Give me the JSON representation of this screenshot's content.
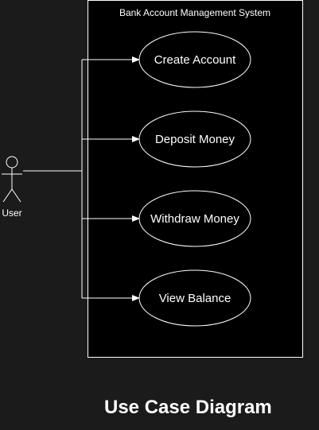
{
  "system": {
    "title": "Bank Account Management System"
  },
  "actor": {
    "label": "User"
  },
  "use_cases": [
    {
      "label": "Create Account"
    },
    {
      "label": "Deposit Money"
    },
    {
      "label": "Withdraw Money"
    },
    {
      "label": "View Balance"
    }
  ],
  "caption": "Use Case Diagram",
  "colors": {
    "background": "#1b1b1b",
    "system_fill": "#000000",
    "stroke": "#ffffff",
    "text": "#ffffff"
  }
}
